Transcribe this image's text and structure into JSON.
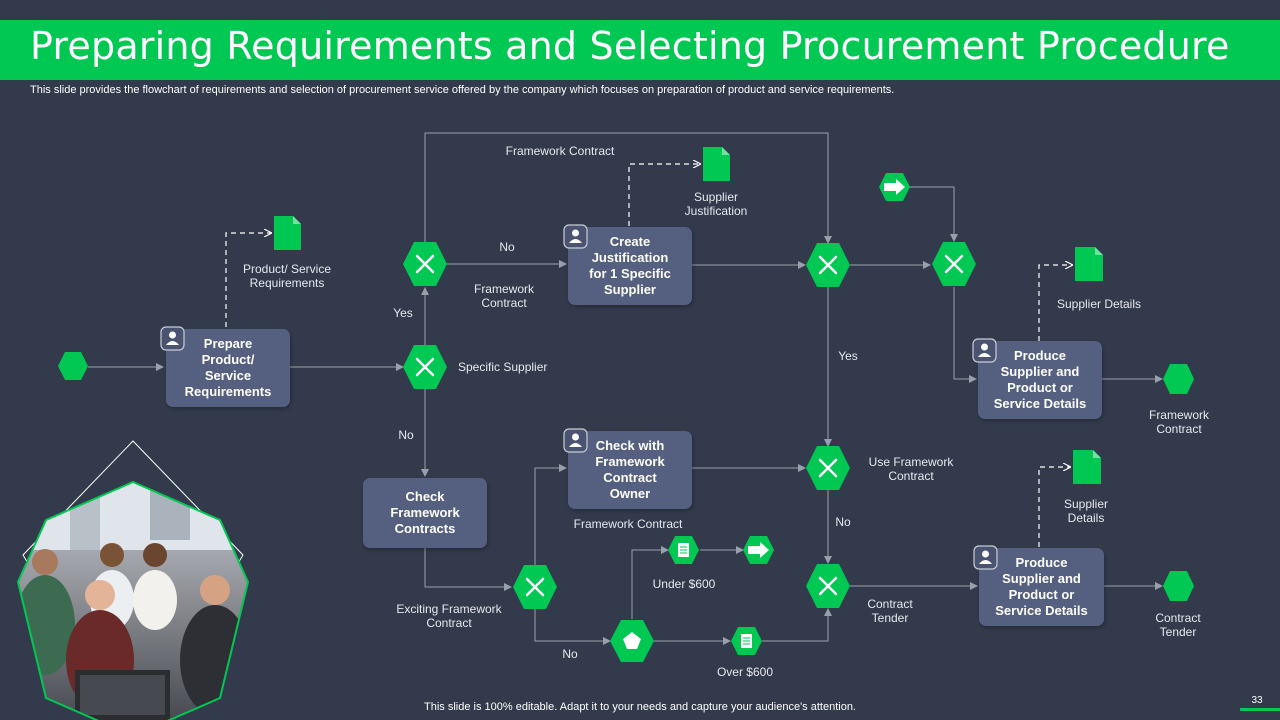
{
  "title": "Preparing Requirements and Selecting Procurement Procedure",
  "subtitle": "This slide provides the flowchart of requirements and selection of procurement service offered by the company which focuses on preparation of product and service requirements.",
  "footer": "This slide is 100% editable.  Adapt it to your needs and capture your audience's attention.",
  "page_number": "33",
  "colors": {
    "background": "#323a4b",
    "accent": "#00c853",
    "box": "#556081",
    "connector": "#9aa0ab"
  },
  "boxes": {
    "prepare": [
      "Prepare",
      "Product/",
      "Service",
      "Requirements"
    ],
    "create_justification": [
      "Create",
      "Justification",
      "for 1 Specific",
      "Supplier"
    ],
    "check_framework_contracts": [
      "Check",
      "Framework",
      "Contracts"
    ],
    "check_owner": [
      "Check with",
      "Framework",
      "Contract",
      "Owner"
    ],
    "produce_top": [
      "Produce",
      "Supplier and",
      "Product or",
      "Service Details"
    ],
    "produce_bottom": [
      "Produce",
      "Supplier and",
      "Product or",
      "Service Details"
    ]
  },
  "labels": {
    "product_service_requirements": "Product/ Service\nRequirements",
    "framework_contract_top": "Framework Contract",
    "supplier_justification": "Supplier\nJustification",
    "no_top": "No",
    "framework_contract_mid": "Framework\nContract",
    "yes_left": "Yes",
    "specific_supplier": "Specific Supplier",
    "no_left": "No",
    "yes_right": "Yes",
    "supplier_details_top": "Supplier Details",
    "framework_contract_end": "Framework\nContract",
    "use_framework_contract": "Use Framework\nContract",
    "no_right": "No",
    "framework_contract_bottom": "Framework Contract",
    "supplier_details_bottom": "Supplier\nDetails",
    "under_600": "Under $600",
    "over_600": "Over $600",
    "exciting_framework_contract": "Exciting Framework\nContract",
    "no_bottom": "No",
    "contract_tender_mid": "Contract\nTender",
    "contract_tender_end": "Contract\nTender"
  },
  "icons": {
    "gateway": "x-gateway-icon",
    "start": "start-event-icon",
    "end": "end-event-icon",
    "document": "document-icon",
    "arrow_event": "arrow-event-icon",
    "pentagon": "pentagon-gateway-icon",
    "user": "user-icon"
  }
}
